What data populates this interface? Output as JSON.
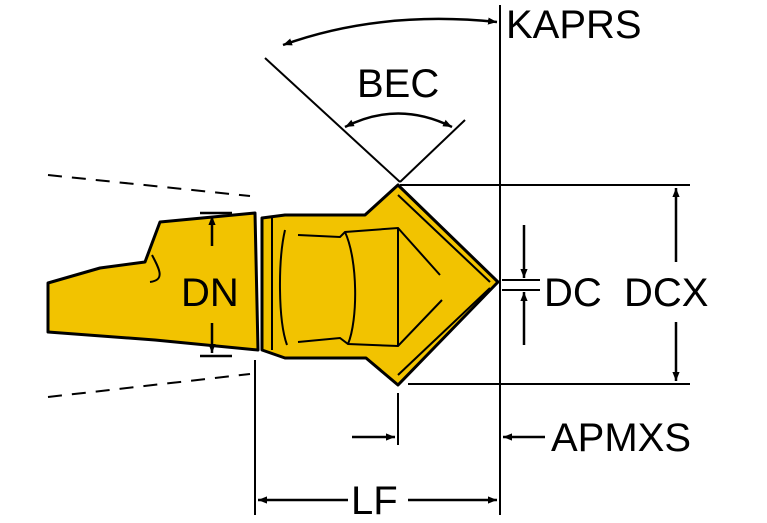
{
  "labels": {
    "kaprs": "KAPRS",
    "bec": "BEC",
    "dn": "DN",
    "dc": "DC",
    "dcx": "DCX",
    "apmxs": "APMXS",
    "lf": "LF"
  },
  "colors": {
    "body": "#F2C300",
    "line": "#000000",
    "background": "#FFFFFF"
  }
}
